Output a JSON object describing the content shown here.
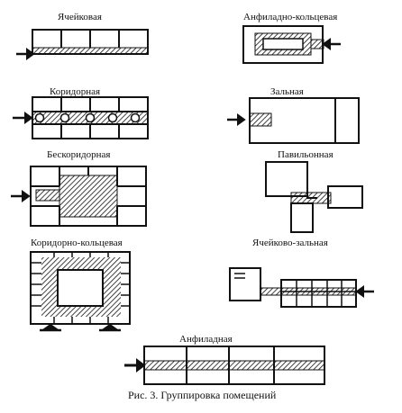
{
  "labels": {
    "cell": "Ячейковая",
    "enfilade_ring": "Анфиладно-кольцевая",
    "corridor": "Коридорная",
    "hall": "Зальная",
    "corridorless": "Бескоридорная",
    "pavilion": "Павильонная",
    "corridor_ring": "Коридорно-кольцевая",
    "cell_hall": "Ячейково-зальная",
    "enfilade": "Анфиладная"
  },
  "caption": "Рис. 3. Группировка помещений",
  "colors": {
    "ink": "#111111",
    "paper": "#ffffff"
  }
}
